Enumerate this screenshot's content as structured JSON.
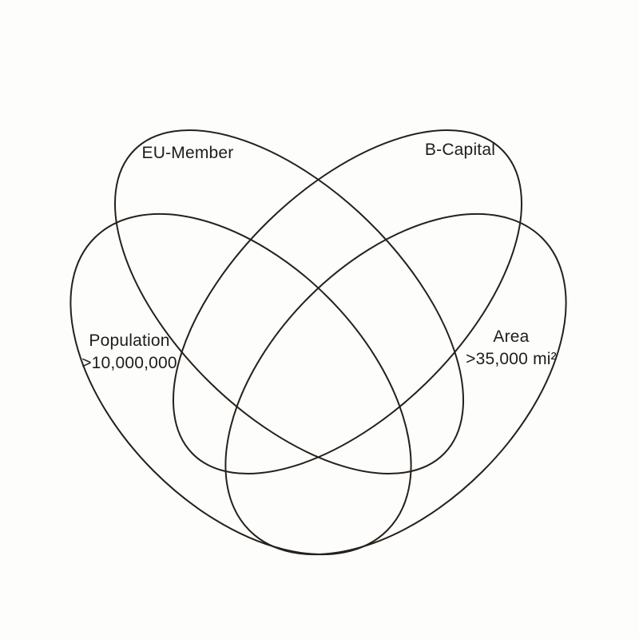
{
  "diagram": {
    "type": "venn-4-set",
    "background_color": "#fdfdfc",
    "stroke_color": "#26211a",
    "text_color": "#1d1d1d",
    "sets": [
      {
        "id": "eu-member",
        "label": "EU-Member"
      },
      {
        "id": "b-capital",
        "label": "B-Capital"
      },
      {
        "id": "population",
        "label": "Population",
        "label2": ">10,000,000"
      },
      {
        "id": "area",
        "label": "Area",
        "label2": ">35,000 mi²"
      }
    ]
  }
}
